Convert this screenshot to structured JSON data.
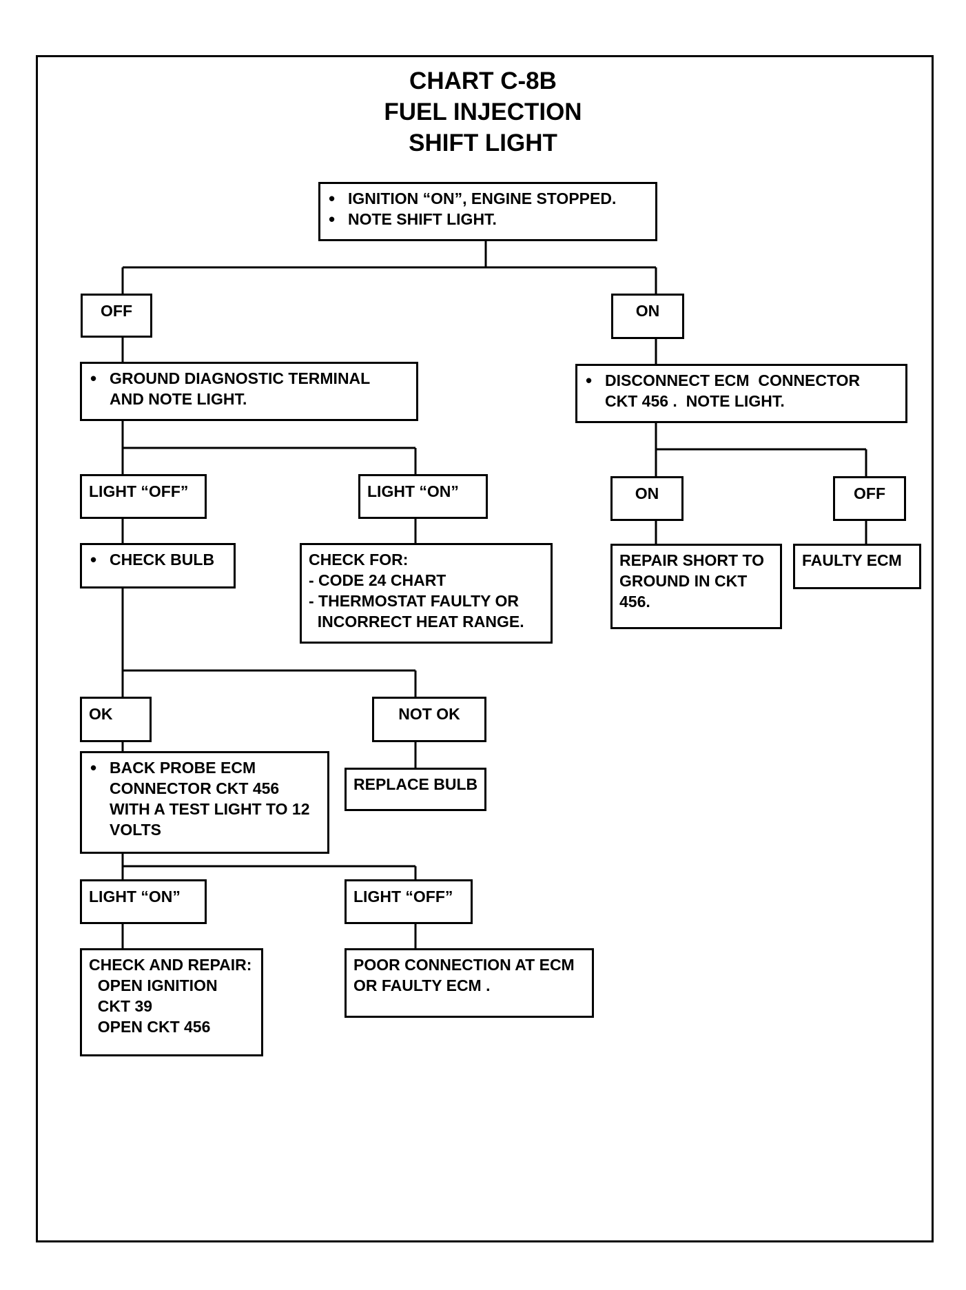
{
  "title": [
    "CHART C-8B",
    "FUEL INJECTION",
    "SHIFT LIGHT"
  ],
  "nodes": {
    "start": {
      "bullets": [
        "IGNITION “ON”, ENGINE STOPPED.",
        "NOTE SHIFT LIGHT."
      ]
    },
    "off_1": {
      "label": "OFF"
    },
    "on_1": {
      "label": "ON"
    },
    "ground_diag": {
      "bullet": [
        "GROUND DIAGNOSTIC TERMINAL",
        "AND NOTE LIGHT."
      ]
    },
    "disconnect_ecm": {
      "bullet": [
        "DISCONNECT ECM  CONNECTOR",
        "CKT 456 .  NOTE LIGHT."
      ]
    },
    "light_off_1": {
      "label": "LIGHT “OFF”"
    },
    "light_on_1": {
      "label": "LIGHT “ON”"
    },
    "on_2": {
      "label": "ON"
    },
    "off_2": {
      "label": "OFF"
    },
    "check_bulb": {
      "bullet": [
        "CHECK BULB"
      ]
    },
    "check_for": {
      "lines": [
        "CHECK FOR:",
        "- CODE 24 CHART",
        "- THERMOSTAT FAULTY OR",
        "  INCORRECT HEAT RANGE."
      ]
    },
    "repair_short": {
      "lines": [
        "REPAIR SHORT TO",
        "GROUND IN CKT",
        "456."
      ]
    },
    "faulty_ecm": {
      "lines": [
        "FAULTY ECM"
      ]
    },
    "ok": {
      "label": "OK"
    },
    "not_ok": {
      "label": "NOT OK"
    },
    "back_probe": {
      "bullet": [
        "BACK PROBE ECM",
        "CONNECTOR CKT 456",
        "WITH A TEST LIGHT TO 12",
        "VOLTS"
      ]
    },
    "replace_bulb": {
      "lines": [
        "REPLACE BULB"
      ]
    },
    "light_on_2": {
      "label": "LIGHT “ON”"
    },
    "light_off_2": {
      "label": "LIGHT “OFF”"
    },
    "check_repair": {
      "lines": [
        "CHECK AND REPAIR:",
        "  OPEN IGNITION",
        "  CKT 39",
        "  OPEN CKT 456"
      ]
    },
    "poor_connection": {
      "lines": [
        "POOR CONNECTION AT ECM",
        "OR FAULTY ECM ."
      ]
    }
  }
}
